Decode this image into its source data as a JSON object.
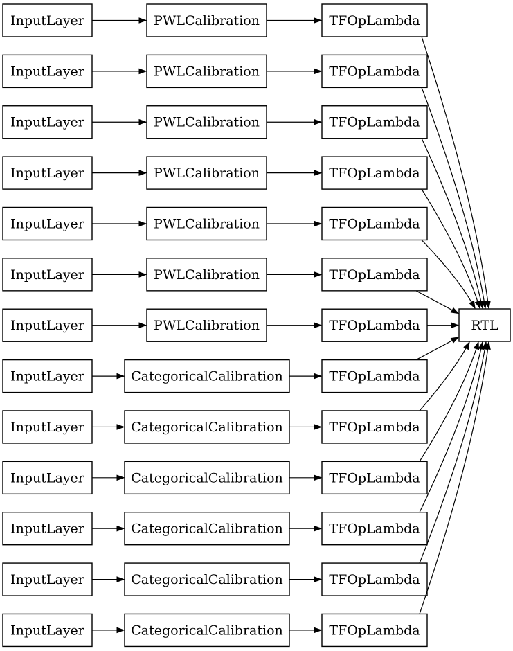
{
  "diagram": {
    "type": "layered-graph",
    "direction": "left-to-right",
    "output_node": {
      "label": "RTL"
    },
    "rows": [
      {
        "input": "InputLayer",
        "calibration": "PWLCalibration",
        "op": "TFOpLambda"
      },
      {
        "input": "InputLayer",
        "calibration": "PWLCalibration",
        "op": "TFOpLambda"
      },
      {
        "input": "InputLayer",
        "calibration": "PWLCalibration",
        "op": "TFOpLambda"
      },
      {
        "input": "InputLayer",
        "calibration": "PWLCalibration",
        "op": "TFOpLambda"
      },
      {
        "input": "InputLayer",
        "calibration": "PWLCalibration",
        "op": "TFOpLambda"
      },
      {
        "input": "InputLayer",
        "calibration": "PWLCalibration",
        "op": "TFOpLambda"
      },
      {
        "input": "InputLayer",
        "calibration": "PWLCalibration",
        "op": "TFOpLambda"
      },
      {
        "input": "InputLayer",
        "calibration": "CategoricalCalibration",
        "op": "TFOpLambda"
      },
      {
        "input": "InputLayer",
        "calibration": "CategoricalCalibration",
        "op": "TFOpLambda"
      },
      {
        "input": "InputLayer",
        "calibration": "CategoricalCalibration",
        "op": "TFOpLambda"
      },
      {
        "input": "InputLayer",
        "calibration": "CategoricalCalibration",
        "op": "TFOpLambda"
      },
      {
        "input": "InputLayer",
        "calibration": "CategoricalCalibration",
        "op": "TFOpLambda"
      },
      {
        "input": "InputLayer",
        "calibration": "CategoricalCalibration",
        "op": "TFOpLambda"
      }
    ],
    "connections_pattern": [
      {
        "from": "input",
        "to": "calibration"
      },
      {
        "from": "calibration",
        "to": "op"
      },
      {
        "from": "op",
        "to": "RTL"
      }
    ],
    "colors": {
      "background": "#ffffff",
      "node_fill": "#ffffff",
      "node_border": "#000000",
      "edge": "#000000",
      "text": "#000000"
    }
  }
}
